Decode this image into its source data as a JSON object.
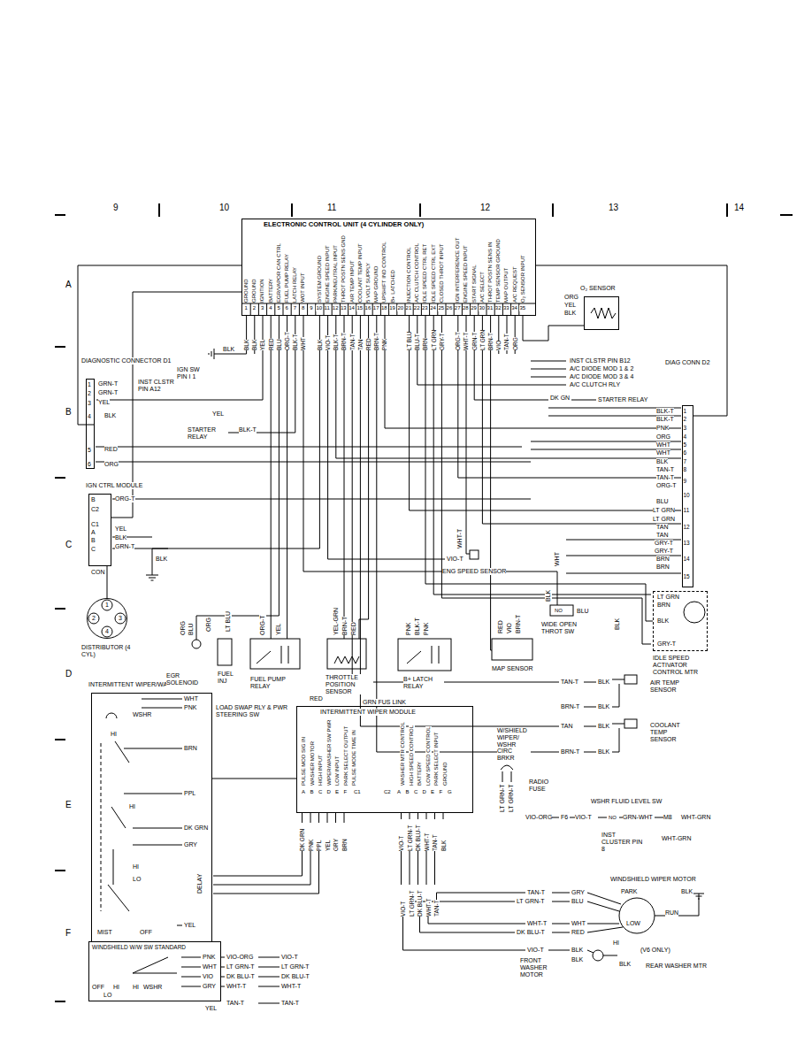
{
  "diagram": {
    "nodes": [
      {
        "text": [
          "ELECTRONIC CONTROL UNIT (4 CYLINDER ONLY)",
          "GROUND",
          "GROUND",
          "IGNITION",
          "BATTERY",
          "EGR/VAPOR CAN CTRL",
          "FUEL PUMP RELAY",
          "LATCH RELAY",
          "WOT INPUT",
          "SYSTEM GROUND",
          "ENGINE SPEED INPUT",
          "PARK/NEUTRAL INPUT",
          "THROT POSTN SENS GND",
          "AIR TEMP INPUT",
          "COOLANT TEMP INPUT",
          "5 VOLT SUPPLY",
          "MAP GROUND",
          "UPSHIFT IND CONTROL",
          "B+ LATCHED",
          "INJECTION CONTROL",
          "A/C CLUTCH CONTROL",
          "IDLE SPEED CTRL RET",
          "IDLE SPEED CTRL EXT",
          "CLOSED THROT INPUT",
          "IGN INTERFERENCE OUT",
          "ENGINE SPEED INPUT",
          "START SIGNAL",
          "A/C SELECT",
          "THROT POSTN SENS IN",
          "TEMP SENSOR GROUND",
          "MAP OUTPUT",
          "A/C REQUEST",
          "O₂ SENSOR INPUT",
          "1",
          "2",
          "3",
          "4",
          "5",
          "6",
          "7",
          "8",
          "9",
          "10",
          "11",
          "12",
          "13",
          "14",
          "15",
          "16",
          "17",
          "18",
          "19",
          "20",
          "21",
          "22",
          "23",
          "24",
          "25",
          "26",
          "27",
          "28",
          "29",
          "30",
          "31",
          "32",
          "33",
          "34",
          "35"
        ]
      },
      {
        "text": [
          "O₂ SENSOR"
        ]
      },
      {
        "text": [
          "DIAGNOSTIC CONNECTOR D1",
          "1",
          "2",
          "3",
          "4",
          "5",
          "6"
        ]
      },
      {
        "text": [
          "DIAG CONN D2",
          "1",
          "2",
          "3",
          "4",
          "5",
          "6",
          "7",
          "8",
          "9",
          "10",
          "11",
          "12",
          "13",
          "14",
          "15"
        ]
      },
      {
        "text": [
          "IGN CTRL MODULE",
          "B",
          "C2",
          "C1",
          "A",
          "B",
          "C"
        ]
      },
      {
        "text": [
          "DISTRIBUTOR (4 CYL)",
          "1",
          "2",
          "3",
          "4"
        ]
      },
      {
        "text": [
          "IDLE SPEED ACTIVATOR CONTROL MTR",
          "LT GRN",
          "BRN",
          "BLK",
          "GRY-T"
        ]
      },
      {
        "text": [
          "INTERMITTENT WIPER/WASHER SW",
          "WHT",
          "PNK",
          "WSHR",
          "HI",
          "BRN",
          "PPL",
          "HI",
          "DK GRN",
          "GRY",
          "HI",
          "LO",
          "DELAY",
          "YEL",
          "MIST",
          "OFF"
        ]
      },
      {
        "text": [
          "INTERMITTENT WIPER MODULE",
          "PULSE MOD SIG IN",
          "WASHER MOTOR",
          "HIGH INPUT",
          "WIPER/WASHER SW PWR",
          "LOW INPUT",
          "PARK SELECT OUTPUT",
          "PULSE MODE TIME IN",
          "WASHER MTR CONTROL",
          "HIGH SPEED CONTROL",
          "BATTERY",
          "LOW SPEED CONTROL",
          "PARK SELECT INPUT",
          "GROUND",
          "A",
          "B",
          "C",
          "D",
          "E",
          "F",
          "C1",
          "A",
          "B",
          "C",
          "D",
          "E",
          "F",
          "G",
          "C2"
        ]
      },
      {
        "text": [
          "WINDSHIELD W/W SW STANDARD",
          "PNK",
          "WHT",
          "VIO",
          "GRY",
          "OFF",
          "HI",
          "LO",
          "HI",
          "WSHR"
        ]
      }
    ],
    "edges": [
      {
        "from": 0,
        "to": 2,
        "arrow": "none"
      },
      {
        "from": 0,
        "to": 3,
        "arrow": "none"
      },
      {
        "from": 0,
        "to": 4,
        "arrow": "none"
      },
      {
        "from": 1,
        "to": 0,
        "arrow": "none"
      },
      {
        "from": 0,
        "to": 6,
        "arrow": "none"
      },
      {
        "from": 7,
        "to": 8,
        "arrow": "none"
      }
    ],
    "labels": [
      "9",
      "10",
      "11",
      "12",
      "13",
      "14",
      "A",
      "B",
      "C",
      "D",
      "E",
      "F",
      "BLK",
      "BLK",
      "YEL",
      "RED",
      "BLU",
      "ORG-T",
      "BLK-T",
      "WHT",
      "BLK",
      "VIO-T",
      "BLK-T",
      "BRN-T",
      "TAN-T",
      "TAN",
      "RED",
      "BRN-T",
      "PNK",
      "LT BLU",
      "BLU-T",
      "BRN",
      "LT GRN",
      "GRY-T",
      "ORG-T",
      "WHT-T",
      "GRN-T",
      "LT GRN",
      "BRN-T",
      "VIO",
      "TAN-T",
      "ORG",
      "ORG",
      "YEL",
      "BLK",
      "INST CLSTR PIN B12",
      "A/C DIODE MOD 1 & 2",
      "A/C DIODE MOD 3 & 4",
      "A/C CLUTCH RLY",
      "DK GN",
      "STARTER RELAY",
      "GRN-T",
      "GRN-T",
      "YEL",
      "BLK",
      "RED",
      "ORG",
      "INST CLSTR PIN A12",
      "IGN SW PIN I 1",
      "BLK",
      "YEL",
      "STARTER RELAY",
      "BLK-T",
      "ORG-T",
      "YEL",
      "BLK",
      "GRN-T",
      "CON",
      "BLK",
      "EGR SOLENOID",
      "ORG",
      "BLU",
      "ORG",
      "LT BLU",
      "FUEL INJ",
      "ORG-T",
      "YEL",
      "FUEL PUMP RELAY",
      "YEL-GRN",
      "BRN-T",
      "RED",
      "THROTTLE POSITION SENSOR",
      "PNK",
      "BLK-T",
      "PNK",
      "B+ LATCH RELAY",
      "RED",
      "GRN FUS LINK",
      "VIO-T",
      "WHT-T",
      "ENG SPEED SENSOR",
      "RED",
      "VIO",
      "BRN-T",
      "MAP SENSOR",
      "WHT",
      "BLK",
      "NO",
      "BLU",
      "WIDE OPEN THROT SW",
      "BLK",
      "TAN-T",
      "BLK",
      "AIR TEMP SENSOR",
      "BRN-T",
      "BLK",
      "TAN",
      "BLK",
      "COOLANT TEMP SENSOR",
      "BRN-T",
      "BLK",
      "BLK-T",
      "BLK-T",
      "PNK",
      "ORG",
      "WHT",
      "WHT",
      "BLK",
      "TAN-T",
      "TAN-T",
      "ORG-T",
      "BLU",
      "LT GRN",
      "LT GRN",
      "TAN",
      "TAN",
      "GRY-T",
      "GRY-T",
      "BRN",
      "BRN",
      "LOAD SWAP RLY & PWR STEERING SW",
      "W/SHIELD WIPER/ WSHR CIRC BRKR",
      "LT GRN-T",
      "LT GRN-T",
      "RADIO FUSE",
      "WSHR FLUID LEVEL SW",
      "VIO-ORG",
      "F6",
      "VIO-T",
      "NO",
      "GRN-WHT",
      "M8",
      "WHT-GRN",
      "INST CLUSTER PIN 8",
      "WHT-GRN",
      "DK GRN",
      "PNK",
      "PPL",
      "YEL",
      "GRY",
      "BRN",
      "VIO-T",
      "LT GRN-T",
      "DK BLU-T",
      "WHT-T",
      "TAN-T",
      "BLK",
      "VIO-T",
      "LT GRN-T",
      "DK BLU-T",
      "WHT-T",
      "TAN-T",
      "TAN-T",
      "LT GRN-T",
      "WHT-T",
      "DK BLU-T",
      "GRY",
      "BLU",
      "WHT",
      "RED",
      "WINDSHIELD WIPER MOTOR",
      "PARK",
      "RUN",
      "LOW",
      "HI",
      "BLK",
      "VIO-T",
      "BLK",
      "BLK",
      "FRONT WASHER MOTOR",
      "(V6 ONLY)",
      "BLK",
      "REAR WASHER MTR",
      "YEL",
      "VIO-ORG",
      "LT GRN-T",
      "DK BLU-T",
      "WHT-T",
      "TAN-T",
      "VIO-T",
      "LT GRN-T",
      "DK BLU-T",
      "WHT-T",
      "TAN-T"
    ]
  }
}
